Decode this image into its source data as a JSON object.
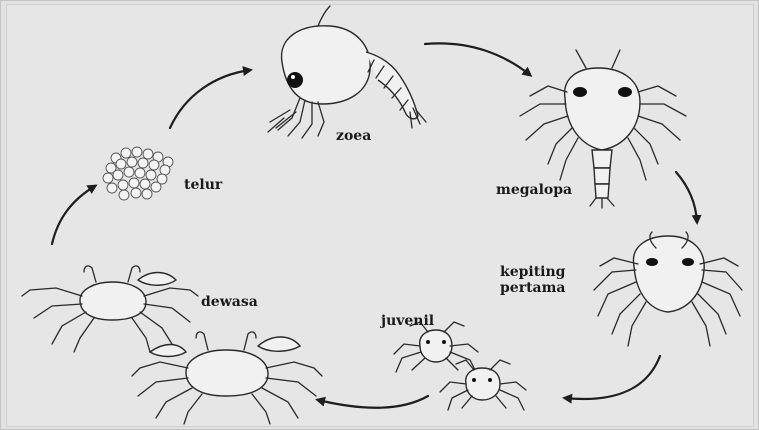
{
  "diagram": {
    "stages": {
      "telur": "telur",
      "zoea": "zoea",
      "megalopa": "megalopa",
      "kepiting_line1": "kepiting",
      "kepiting_line2": "pertama",
      "juvenil": "juvenil",
      "dewasa": "dewasa"
    },
    "colors": {
      "background": "#e2e2e2",
      "ink": "#1e1e1e"
    },
    "icons": [
      "egg-cluster-icon",
      "zoea-larva-icon",
      "megalopa-larva-icon",
      "first-crab-icon",
      "juvenile-crab-icon",
      "adult-crab-icon"
    ]
  }
}
